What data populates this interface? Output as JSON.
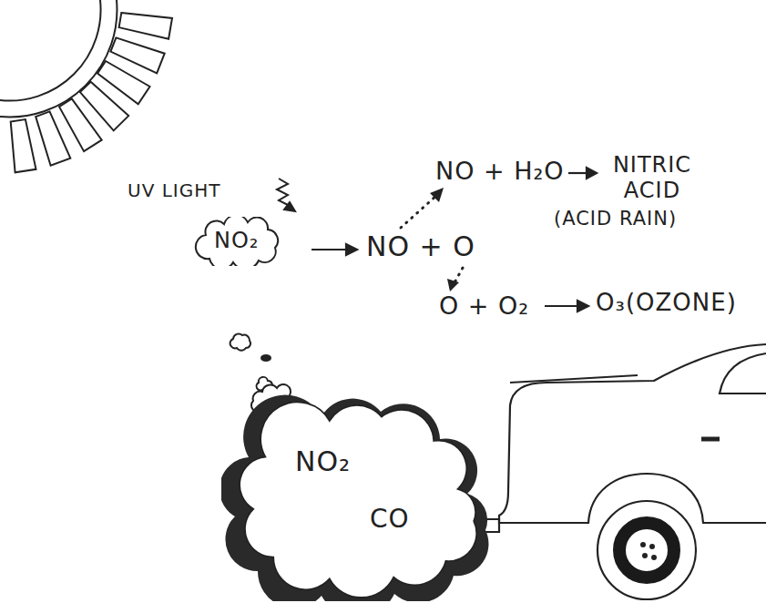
{
  "diagram": {
    "nodes": [
      {
        "text": [
          "NO₂"
        ]
      },
      {
        "text": [
          "NO₂",
          "CO"
        ]
      }
    ],
    "labels": [
      "UV LIGHT",
      "NO + O",
      "NO + H₂O",
      "NITRIC ACID",
      "(ACID RAIN)",
      "O + O₂",
      "O₃(OZONE)"
    ]
  }
}
